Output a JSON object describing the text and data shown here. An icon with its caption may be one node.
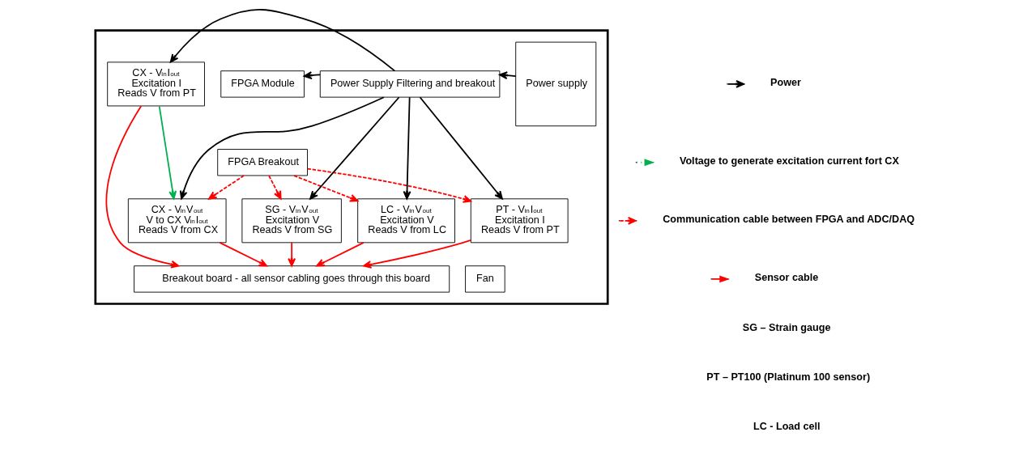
{
  "diagram": {
    "nodes": [
      {
        "text": [],
        "shape": "box"
      },
      {
        "text": [
          "CX - V$_{in}$I$_{out}$",
          "Excitation I",
          "Reads V from PT"
        ],
        "in": 0
      },
      {
        "text": [
          "FPGA Module"
        ],
        "in": 0
      },
      {
        "text": [
          "FPGA Breakout"
        ],
        "in": 0
      },
      {
        "text": [
          "Power Supply Filtering and breakout"
        ],
        "in": 0
      },
      {
        "text": [
          "Power supply"
        ],
        "in": 0
      },
      {
        "text": [
          "CX - V$_{in}$V$_{out}$",
          "V to CX V$_{in}$I$_{out}$",
          "Reads V from CX"
        ],
        "in": 0
      },
      {
        "text": [
          "PT - V$_{in}$I$_{out}$",
          "Excitation I",
          "Reads V from PT"
        ],
        "in": 0
      },
      {
        "text": [
          "SG - V$_{in}$V$_{out}$",
          "Excitation V",
          "Reads V from SG"
        ],
        "in": 0
      },
      {
        "text": [
          "LC - V$_{in}$V$_{out}$",
          "Excitation V",
          "Reads V from LC"
        ],
        "in": 0
      },
      {
        "text": [
          "Breakout board - all sensor cabling goes through this board"
        ],
        "in": 0
      },
      {
        "text": [
          "Fan"
        ],
        "in": 0
      }
    ],
    "edges": [
      {
        "from": 4,
        "to": 1,
        "arrow": "to",
        "color": "#000000"
      },
      {
        "from": 4,
        "to": 2,
        "arrow": "to",
        "color": "#000000"
      },
      {
        "from": 5,
        "to": 4,
        "arrow": "to",
        "color": "#000000"
      },
      {
        "from": 4,
        "to": 6,
        "arrow": "to",
        "color": "#000000"
      },
      {
        "from": 4,
        "to": 7,
        "arrow": "to",
        "color": "#000000"
      },
      {
        "from": 4,
        "to": 8,
        "arrow": "to",
        "color": "#000000"
      },
      {
        "from": 4,
        "to": 9,
        "arrow": "to",
        "color": "#000000"
      },
      {
        "from": 1,
        "to": 6,
        "arrow": "to",
        "color": "#00b050"
      },
      {
        "from": 3,
        "to": 6,
        "arrow": "to",
        "style": "dashed",
        "color": "#ff0000"
      },
      {
        "from": 3,
        "to": 7,
        "arrow": "to",
        "style": "dashed",
        "color": "#ff0000"
      },
      {
        "from": 3,
        "to": 8,
        "arrow": "to",
        "style": "dashed",
        "color": "#ff0000"
      },
      {
        "from": 3,
        "to": 9,
        "arrow": "to",
        "style": "dashed",
        "color": "#ff0000"
      },
      {
        "from": 1,
        "to": 10,
        "arrow": "to",
        "color": "#ff0000"
      },
      {
        "from": 6,
        "to": 10,
        "arrow": "to",
        "color": "#ff0000"
      },
      {
        "from": 7,
        "to": 10,
        "arrow": "to",
        "color": "#ff0000"
      },
      {
        "from": 8,
        "to": 10,
        "arrow": "to",
        "color": "#ff0000"
      },
      {
        "from": 9,
        "to": 10,
        "arrow": "to",
        "color": "#ff0000"
      }
    ],
    "labels": [
      "SG – Strain gauge",
      "PT – PT100 (Platinum 100 sensor)",
      "LC - Load cell"
    ],
    "legend": [
      {
        "text": "Power"
      },
      {
        "text": "Voltage to generate excitation current fort CX"
      },
      {
        "text": "Communication cable between FPGA and ADC/DAQ"
      },
      {
        "text": "Sensor cable"
      }
    ]
  }
}
